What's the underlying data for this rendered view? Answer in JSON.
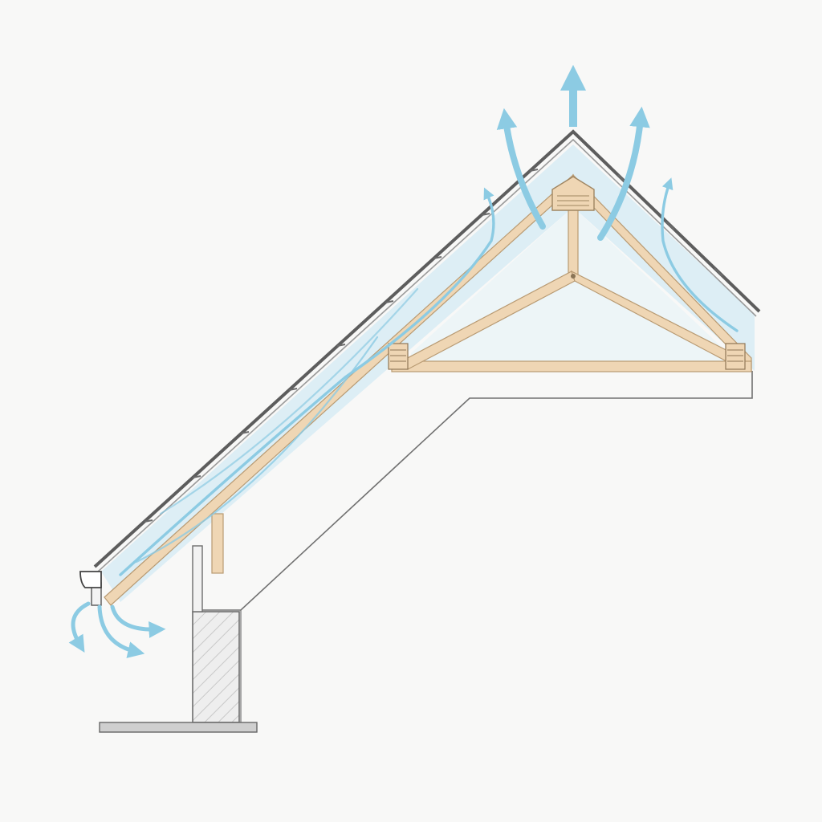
{
  "diagram": {
    "subject": "roof-attic-ventilation-cross-section",
    "labels": []
  },
  "colors": {
    "background": "#f8f8f7",
    "airflow": "#8ccbe3",
    "insulation": "#d8ecf5",
    "timber": "#efd6b4",
    "timber_edge": "#b89a72",
    "shingle": "#6b6b6b",
    "wall_hatch": "#e3e3e3",
    "line": "#555555"
  },
  "components": [
    {
      "name": "roof-shingles",
      "icon": "shingle-layer"
    },
    {
      "name": "roof-deck-air-channel",
      "icon": "vent-channel"
    },
    {
      "name": "rafter",
      "icon": "timber-beam"
    },
    {
      "name": "truss",
      "icon": "truss-frame"
    },
    {
      "name": "ridge-vent",
      "icon": "ridge-vent-block"
    },
    {
      "name": "gable-vents",
      "icon": "louver-vent"
    },
    {
      "name": "gutter",
      "icon": "gutter-profile"
    },
    {
      "name": "bearing-wall",
      "icon": "hatched-wall"
    },
    {
      "name": "ceiling-line",
      "icon": "ceiling-outline"
    },
    {
      "name": "foundation-slab",
      "icon": "slab"
    },
    {
      "name": "airflow-arrows",
      "icon": "arrow-up"
    }
  ]
}
